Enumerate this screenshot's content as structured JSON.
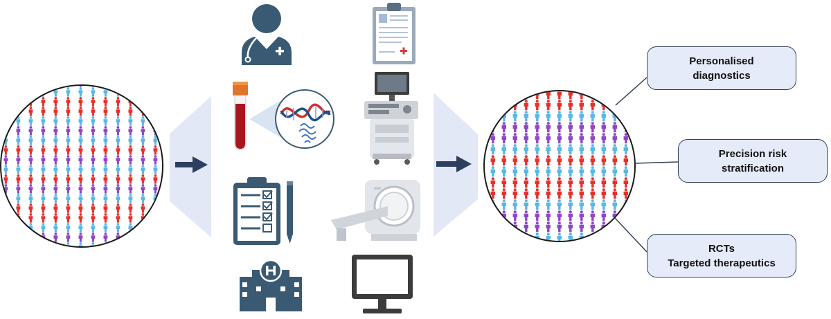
{
  "colors": {
    "icon_dark": "#3a5a73",
    "arrow": "#2d3e5e",
    "chevron": "#e3e8f7",
    "person_red": "#e8302b",
    "person_purple": "#8e46c9",
    "person_blue": "#58b7e6",
    "callout_fill": "#e6ebf9",
    "callout_border": "#2f3f55"
  },
  "icons": [
    "doctor-icon",
    "clipboard-record-icon",
    "blood-tube-icon",
    "dna-protein-icon",
    "ultrasound-machine-icon",
    "checklist-pencil-icon",
    "mri-scanner-icon",
    "hospital-icon",
    "computer-monitor-icon"
  ],
  "outcomes": [
    {
      "line1": "Personalised",
      "line2": "diagnostics"
    },
    {
      "line1": "Precision risk",
      "line2": "stratification"
    },
    {
      "line1": "RCTs",
      "line2": "Targeted therapeutics"
    }
  ]
}
